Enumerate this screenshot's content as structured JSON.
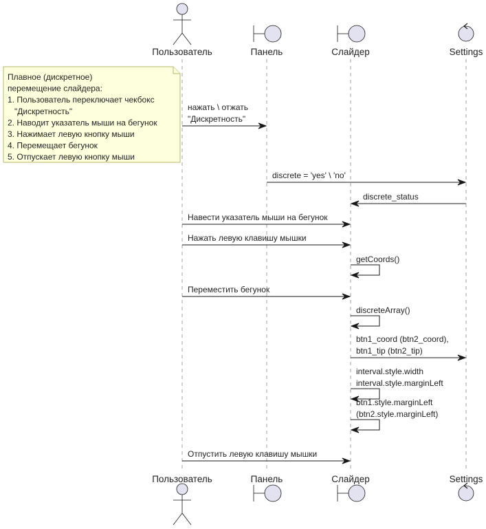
{
  "participants": [
    {
      "id": "user",
      "name": "Пользователь",
      "kind": "actor"
    },
    {
      "id": "panel",
      "name": "Панель",
      "kind": "boundary"
    },
    {
      "id": "slider",
      "name": "Слайдер",
      "kind": "boundary"
    },
    {
      "id": "settings",
      "name": "Settings",
      "kind": "control"
    }
  ],
  "note": {
    "lines": [
      "Плавное (дискретное)",
      "перемещение слайдера:",
      "1. Пользователь переключает чекбокс",
      "   \"Дискретность\"",
      "2. Наводит указатель мыши на бегунок",
      "3. Нажимает левую кнопку мыши",
      "4. Перемещает бегунок",
      "5. Отпускает левую кнопку мыши"
    ]
  },
  "messages": [
    {
      "from": "user",
      "to": "panel",
      "lines": [
        "нажать \\ отжать",
        "\"Дискретность\""
      ]
    },
    {
      "from": "panel",
      "to": "settings",
      "lines": [
        "discrete = 'yes' \\ 'no'"
      ]
    },
    {
      "from": "settings",
      "to": "slider",
      "lines": [
        "discrete_status"
      ]
    },
    {
      "from": "user",
      "to": "slider",
      "lines": [
        "Навести указатель мыши на бегунок"
      ]
    },
    {
      "from": "user",
      "to": "slider",
      "lines": [
        "Нажать левую клавишу мышки"
      ]
    },
    {
      "from": "slider",
      "to": "slider",
      "lines": [
        "getCoords()"
      ]
    },
    {
      "from": "user",
      "to": "slider",
      "lines": [
        "Переместить бегунок"
      ]
    },
    {
      "from": "slider",
      "to": "slider",
      "lines": [
        "discreteArray()"
      ]
    },
    {
      "from": "slider",
      "to": "settings",
      "lines": [
        "btn1_coord (btn2_coord),",
        "btn1_tip (btn2_tip)"
      ]
    },
    {
      "from": "slider",
      "to": "slider",
      "lines": [
        "interval.style.width",
        "interval.style.marginLeft"
      ]
    },
    {
      "from": "slider",
      "to": "slider",
      "lines": [
        "btn1.style.marginLeft",
        "(btn2.style.marginLeft)"
      ]
    },
    {
      "from": "user",
      "to": "slider",
      "lines": [
        "Отпустить левую клавишу мышки"
      ]
    }
  ],
  "colors": {
    "line": "#181818",
    "lifeline": "#a0a0a0",
    "participant_fill": "#e2e2f0",
    "note_fill": "#feffdd",
    "note_border": "#b8b866"
  }
}
